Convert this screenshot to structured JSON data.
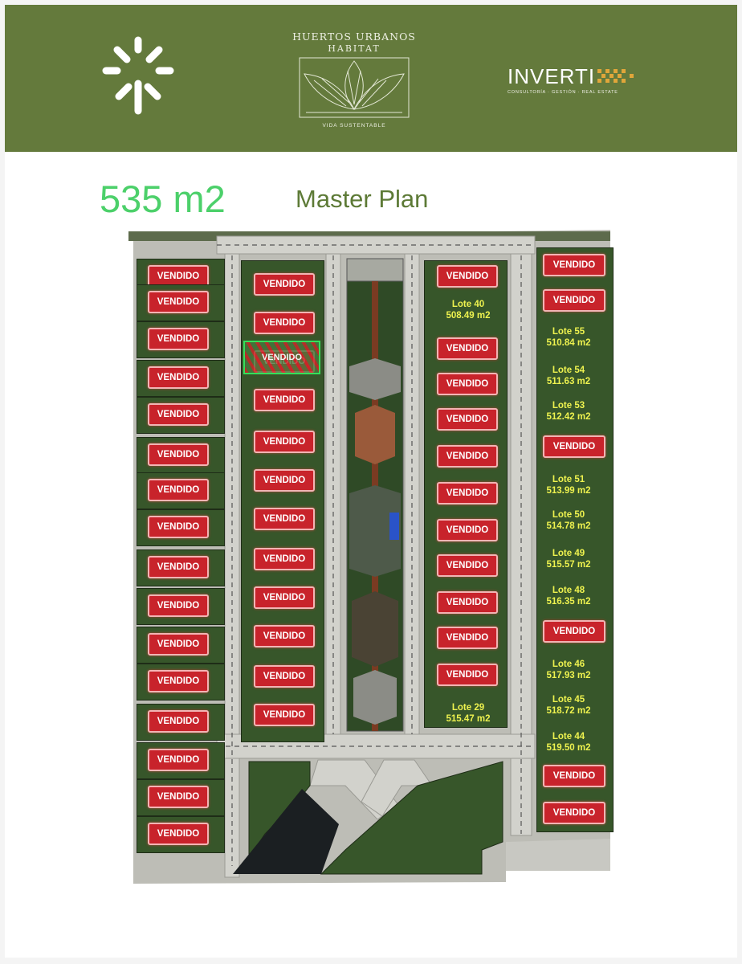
{
  "header": {
    "habitat_line1": "HUERTOS URBANOS",
    "habitat_line2": "HABITAT",
    "habitat_tagline": "VIDA SUSTENTABLE",
    "inverti_name": "INVERTI",
    "inverti_sub": "CONSULTORÍA · GESTIÓN · REAL ESTATE",
    "bar_color": "#647a3c"
  },
  "size_title": "535 m2",
  "plan_title": "Master Plan",
  "sold_label": "VENDIDO",
  "colors": {
    "sold": "#c8232b",
    "lot": "#37562a",
    "road": "#cfcfca",
    "available_text": "#eef24f",
    "highlight": "#35e05a"
  },
  "available_lots": [
    {
      "name": "Lote 40",
      "area": "508.49 m2"
    },
    {
      "name": "Lote 55",
      "area": "510.84 m2"
    },
    {
      "name": "Lote 54",
      "area": "511.63 m2"
    },
    {
      "name": "Lote 53",
      "area": "512.42 m2"
    },
    {
      "name": "Lote 51",
      "area": "513.99 m2"
    },
    {
      "name": "Lote 50",
      "area": "514.78 m2"
    },
    {
      "name": "Lote 49",
      "area": "515.57 m2"
    },
    {
      "name": "Lote 48",
      "area": "516.35 m2"
    },
    {
      "name": "Lote 46",
      "area": "517.93 m2"
    },
    {
      "name": "Lote 45",
      "area": "518.72 m2"
    },
    {
      "name": "Lote 44",
      "area": "519.50 m2"
    },
    {
      "name": "Lote 29",
      "area": "515.47 m2"
    }
  ]
}
